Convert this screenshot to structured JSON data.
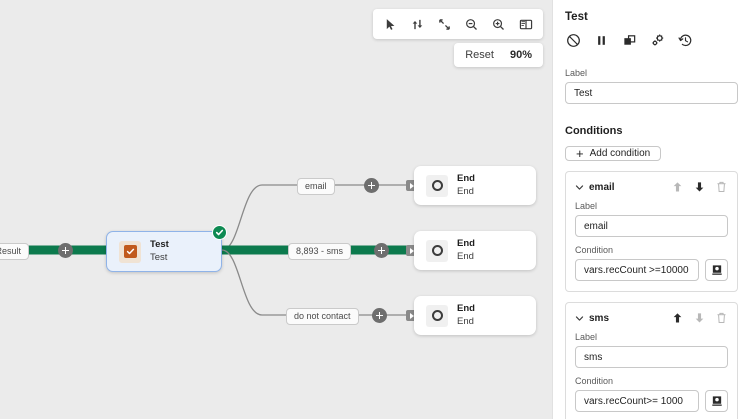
{
  "canvas": {
    "zoom_percent": "90%",
    "reset_label": "Reset",
    "toolbar": [
      {
        "name": "select-tool",
        "icon": "cursor-icon"
      },
      {
        "name": "connector-tool",
        "icon": "arrow-turn-icon"
      },
      {
        "name": "fit-to-screen-tool",
        "icon": "fit-screen-icon"
      },
      {
        "name": "zoom-out-tool",
        "icon": "zoom-out-icon"
      },
      {
        "name": "zoom-in-tool",
        "icon": "zoom-in-icon"
      },
      {
        "name": "minimap-tool",
        "icon": "map-icon"
      }
    ],
    "nodes": {
      "test": {
        "title": "Test",
        "subtitle": "Test",
        "icon": "checkbox-icon",
        "status": "success"
      },
      "end_email": {
        "title": "End",
        "subtitle": "End",
        "icon": "stop-circle-icon"
      },
      "end_sms": {
        "title": "End",
        "subtitle": "End",
        "icon": "stop-circle-icon"
      },
      "end_dnc": {
        "title": "End",
        "subtitle": "End",
        "icon": "stop-circle-icon"
      }
    },
    "edges": [
      {
        "label": "- Result",
        "state": "active"
      },
      {
        "label": "email",
        "state": "normal"
      },
      {
        "label": "8,893 - sms",
        "state": "active"
      },
      {
        "label": "do not contact",
        "state": "normal"
      }
    ],
    "colors": {
      "active_edge": "#0c7a4d",
      "normal_edge": "#8a8a8a",
      "background": "#ebebeb",
      "node_selected_border": "#8fb3e8",
      "node_selected_fill": "#eaf1fb",
      "status_success": "#0e8a52",
      "test_icon": "#c15a1d"
    }
  },
  "panel": {
    "title": "Test",
    "actions": [
      {
        "name": "disable-action",
        "icon": "block-icon"
      },
      {
        "name": "pause-action",
        "icon": "pause-icon"
      },
      {
        "name": "duplicate-action",
        "icon": "duplicate-icon"
      },
      {
        "name": "settings-action",
        "icon": "gears-icon"
      },
      {
        "name": "history-action",
        "icon": "history-icon"
      }
    ],
    "label_field": {
      "label": "Label",
      "value": "Test"
    },
    "conditions_section": {
      "title": "Conditions",
      "add_button": "Add condition",
      "items": [
        {
          "name": "email",
          "label_caption": "Label",
          "label_value": "email",
          "condition_caption": "Condition",
          "condition_value": "vars.recCount >=10000",
          "move_up_enabled": false,
          "move_down_enabled": true
        },
        {
          "name": "sms",
          "label_caption": "Label",
          "label_value": "sms",
          "condition_caption": "Condition",
          "condition_value": "vars.recCount>= 1000",
          "move_up_enabled": true,
          "move_down_enabled": false
        }
      ]
    }
  }
}
